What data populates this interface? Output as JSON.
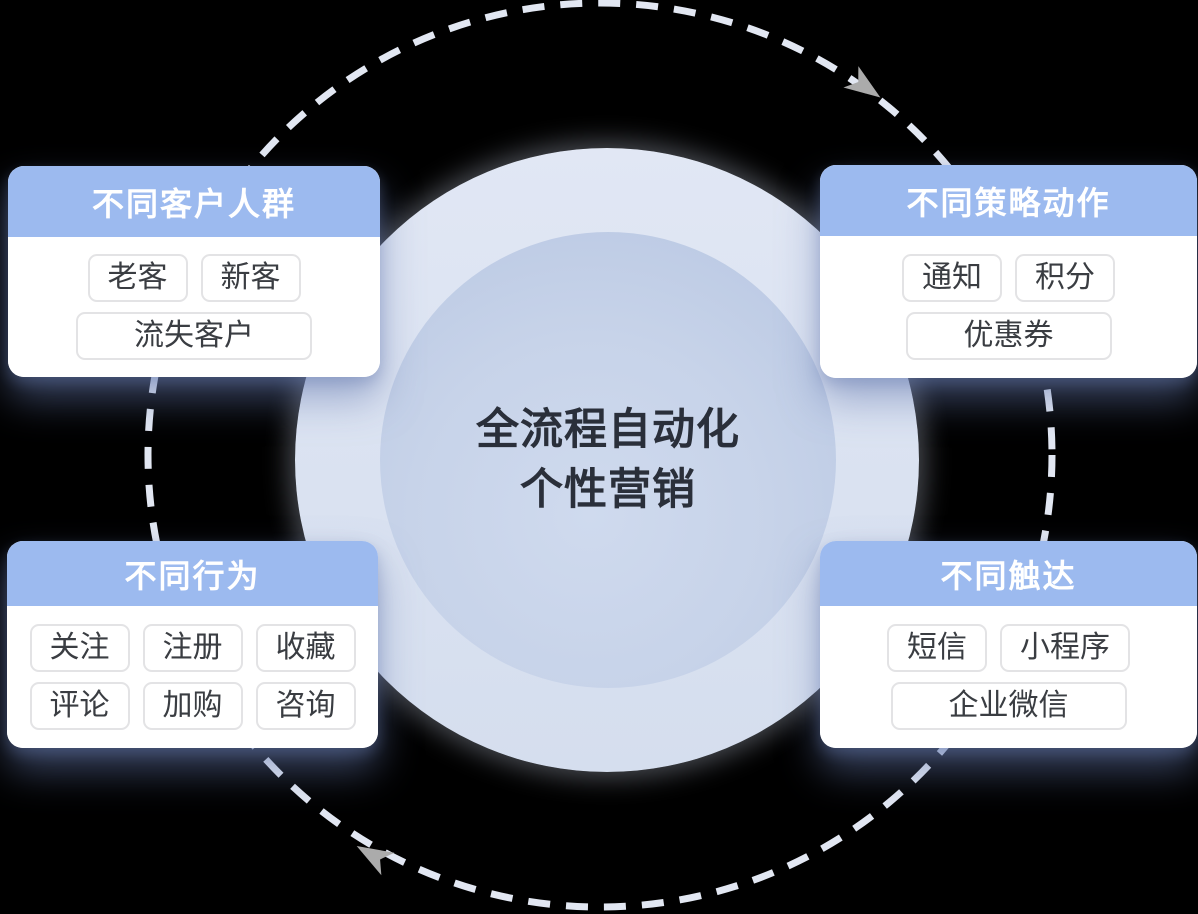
{
  "diagram": {
    "center": {
      "title_line1": "全流程自动化",
      "title_line2": "个性营销"
    },
    "cards": [
      {
        "title": "不同客户人群",
        "tags": [
          "老客",
          "新客",
          "流失客户"
        ]
      },
      {
        "title": "不同策略动作",
        "tags": [
          "通知",
          "积分",
          "优惠券"
        ]
      },
      {
        "title": "不同行为",
        "tags": [
          "关注",
          "注册",
          "收藏",
          "评论",
          "加购",
          "咨询"
        ]
      },
      {
        "title": "不同触达",
        "tags": [
          "短信",
          "小程序",
          "企业微信"
        ]
      }
    ],
    "flow": {
      "direction": "clockwise",
      "arrowhead_count": 2
    },
    "colors": {
      "background": "#000000",
      "card_header": "#9cbaef",
      "card_body": "#ffffff",
      "tag_border": "#e3e3e5",
      "tag_text": "#3a3d42",
      "center_text": "#2a2f3a",
      "outer_circle": "#dbe3f1",
      "inner_circle_light": "#cfdaee",
      "inner_circle_dark": "#b7c6e2",
      "dashed_ring": "#e2e7f2",
      "arrowhead": "#ababab",
      "card_shadow": "#687cb0"
    }
  }
}
